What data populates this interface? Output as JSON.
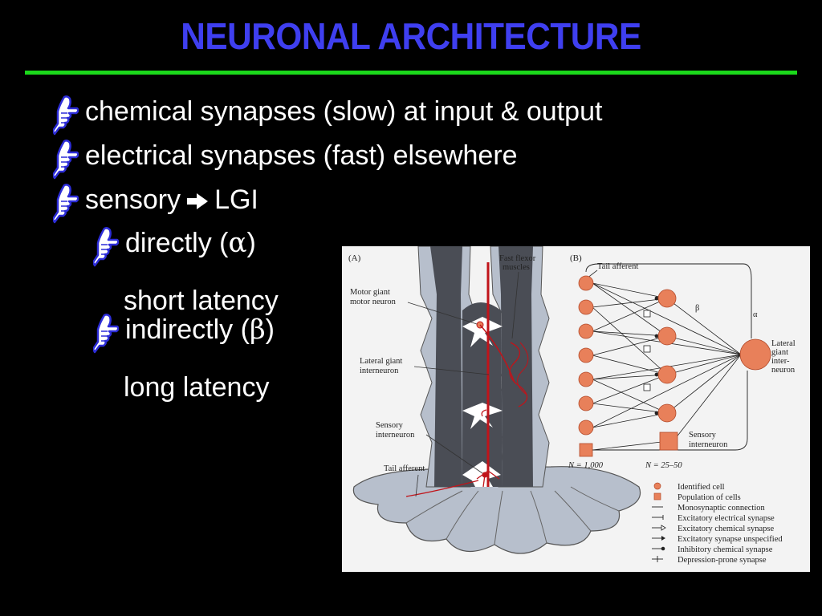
{
  "slide": {
    "title": "NEURONAL ARCHITECTURE",
    "accent_color": "#1bd81b",
    "title_color": "#3f3ff0",
    "bullet_icon": "pointing-hand-icon",
    "bullets": [
      {
        "text": "chemical synapses (slow) at input & output"
      },
      {
        "text": "electrical synapses (fast) elsewhere"
      },
      {
        "prefix": "sensory",
        "arrow_icon": "right-arrow-icon",
        "suffix": "LGI"
      }
    ],
    "sub_bullets": [
      {
        "prefix": "directly (",
        "greek": "α",
        "suffix": ")",
        "note": "short latency"
      },
      {
        "prefix": "indirectly (",
        "greek": "β",
        "suffix": ")",
        "note": "long latency"
      }
    ]
  },
  "figure": {
    "panel_a": {
      "label": "(A)",
      "labels": {
        "fast_flexor_1": "Fast flexor",
        "fast_flexor_2": "muscles",
        "motor_giant_1": "Motor giant",
        "motor_giant_2": "motor neuron",
        "lateral_giant_1": "Lateral giant",
        "lateral_giant_2": "interneuron",
        "sensory_int_1": "Sensory",
        "sensory_int_2": "interneuron",
        "tail_afferent": "Tail afferent"
      }
    },
    "panel_b": {
      "label": "(B)",
      "tail_afferent": "Tail afferent",
      "beta": "β",
      "alpha": "α",
      "lgi_1": "Lateral",
      "lgi_2": "giant",
      "lgi_3": "inter-",
      "lgi_4": "neuron",
      "sensory_int_1": "Sensory",
      "sensory_int_2": "interneuron",
      "n_afferent": "N = 1,000",
      "n_sensory": "N = 25–50"
    },
    "legend": [
      "Identified cell",
      "Population of cells",
      "Monosynaptic connection",
      "Excitatory electrical synapse",
      "Excitatory chemical synapse",
      "Excitatory synapse unspecified",
      "Inhibitory chemical synapse",
      "Depression-prone synapse"
    ],
    "colors": {
      "cell": "#e8805a",
      "axon": "#c0141a",
      "body": "#4a4d55",
      "tissue": "#b7bfcc"
    }
  }
}
